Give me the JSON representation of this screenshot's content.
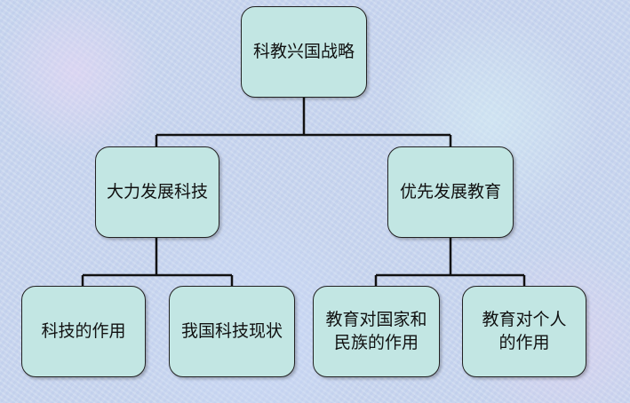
{
  "diagram": {
    "root": {
      "label": "科教兴国战略"
    },
    "branches": [
      {
        "label": "大力发展科技",
        "children": [
          "科技的作用",
          "我国科技现状"
        ]
      },
      {
        "label": "优先发展教育",
        "children": [
          "教育对国家和\n民族的作用",
          "教育对个人\n的作用"
        ]
      }
    ]
  },
  "colors": {
    "node_fill": "#c2e6e3",
    "node_border": "#222222",
    "connector": "#111111"
  }
}
